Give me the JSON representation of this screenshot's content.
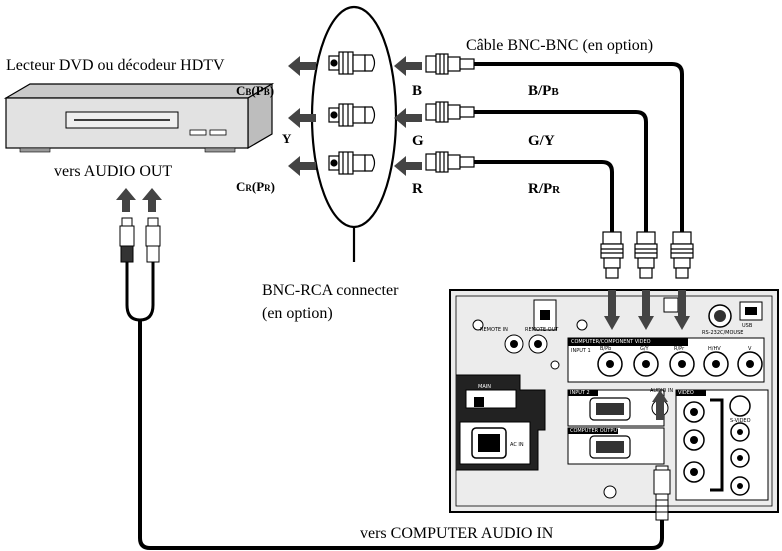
{
  "labels": {
    "source_device": "Lecteur DVD ou décodeur HDTV",
    "audio_out": "vers AUDIO OUT",
    "cable_bnc": "Câble BNC-BNC (en option)",
    "adapter_line1": "BNC-RCA connecter",
    "adapter_line2": "(en option)",
    "computer_audio_in": "vers COMPUTER AUDIO IN",
    "rca_cb": "C",
    "rca_cb_sub": "B",
    "rca_cb_paren": "(P",
    "rca_cb_paren_sub": "B",
    "rca_cb_close": ")",
    "rca_y": "Y",
    "rca_cr": "C",
    "rca_cr_sub": "R",
    "rca_cr_paren": "(P",
    "rca_cr_paren_sub": "R",
    "rca_cr_close": ")",
    "bnc_b": "B",
    "bnc_g": "G",
    "bnc_r": "R",
    "wire_b": "B/P",
    "wire_b_sub": "B",
    "wire_g": "G/Y",
    "wire_r": "R/P",
    "wire_r_sub": "R"
  },
  "panel": {
    "remote_in": "REMOTE IN",
    "remote_out": "REMOTE OUT",
    "computer_component": "COMPUTER/COMPONENT VIDEO",
    "input1": "INPUT 1",
    "input2": "INPUT 2",
    "computer_output": "COMPUTER OUTPUT",
    "main": "MAIN",
    "ac_in": "AC IN",
    "audio_in": "AUDIO IN",
    "video": "VIDEO",
    "svideo": "S-VIDEO",
    "usb": "USB",
    "rs232": "RS-232C/MOUSE",
    "bpb": "B/Pb",
    "gy": "G/Y",
    "rpr": "R/Pr",
    "hhv": "H/HV",
    "v": "V"
  }
}
